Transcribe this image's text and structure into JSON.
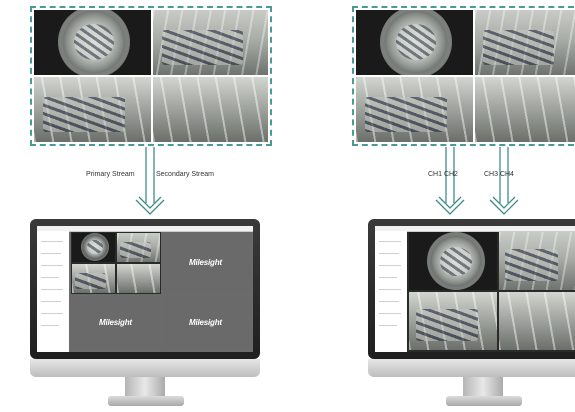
{
  "left_diagram": {
    "stream_labels": [
      "Primary Stream",
      "Secondary Stream"
    ]
  },
  "right_diagram": {
    "channel_labels": [
      "CH1 CH2",
      "CH3 CH4"
    ]
  },
  "monitor_logo": "Milesight",
  "colors": {
    "dashed_frame": "#4a9a96",
    "arrow": "#3f8d8a",
    "bezel": "#1f1f1f",
    "screen_bg": "#6b6b6b"
  },
  "icons": [
    "camera-view-frame",
    "double-down-arrow-icon",
    "monitor-icon"
  ]
}
